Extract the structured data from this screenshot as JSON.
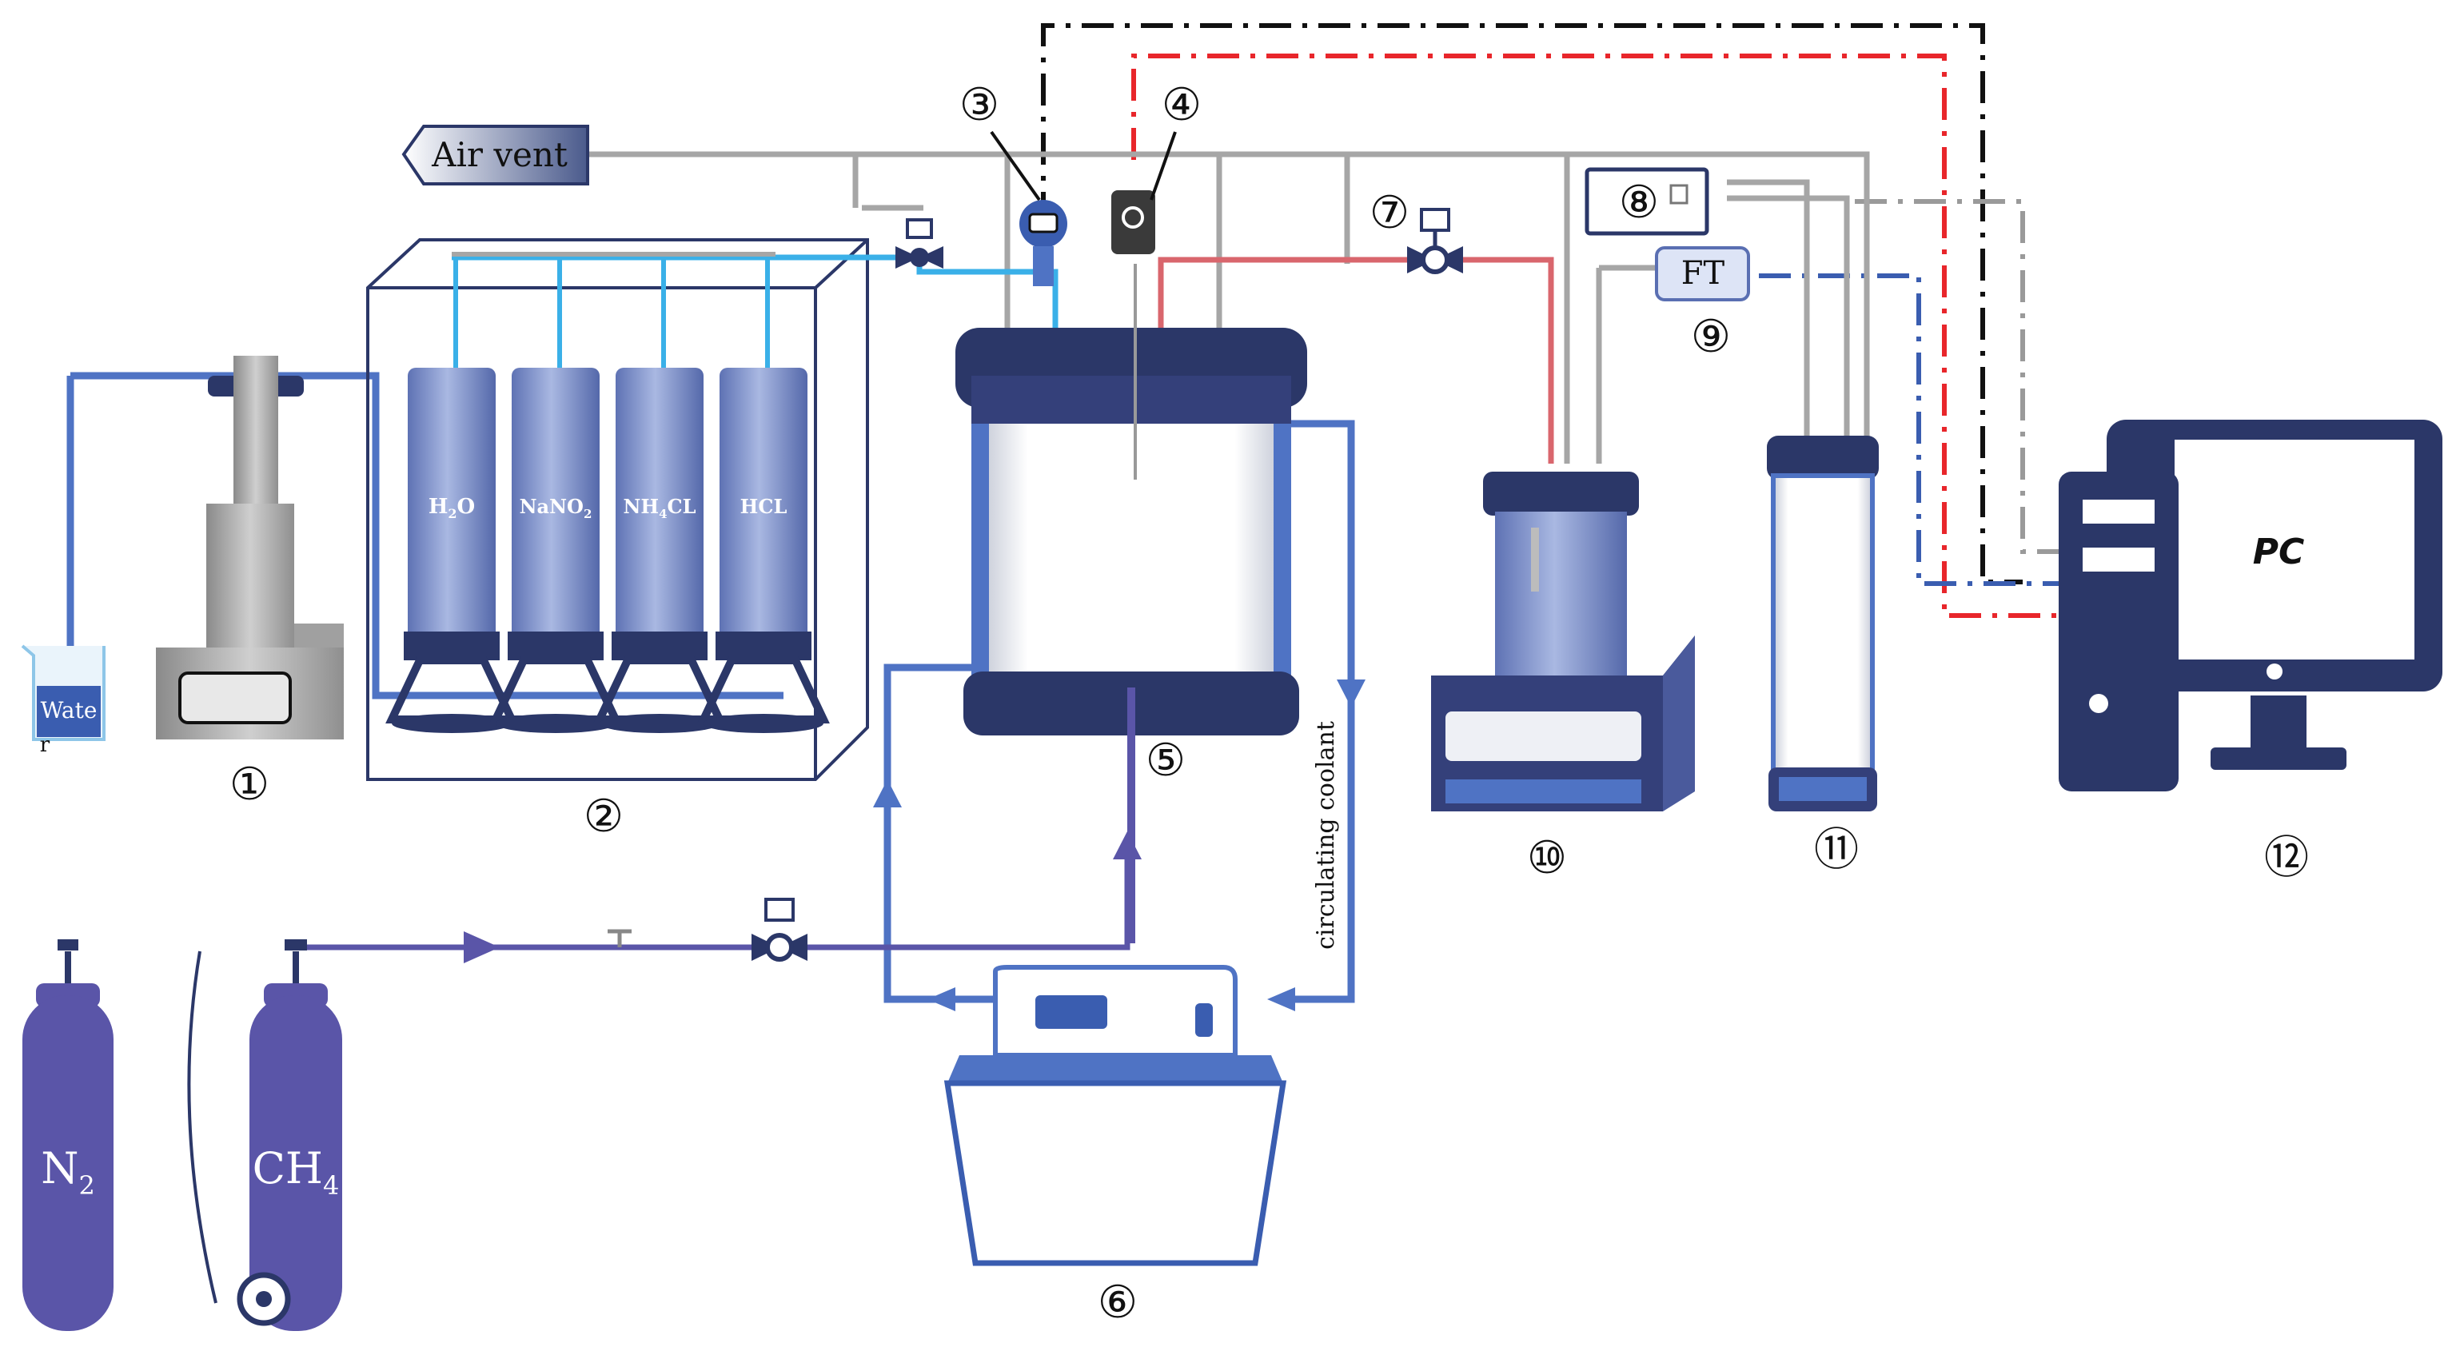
{
  "labels": {
    "air_vent": "Air vent",
    "water": "Wate",
    "water_tail": "r",
    "h2o_a": "H",
    "h2o_sub": "2",
    "h2o_b": "O",
    "nano2_a": "NaNO",
    "nano2_sub": "2",
    "nh4cl_a": "NH",
    "nh4cl_sub": "4",
    "nh4cl_b": "CL",
    "hcl": "HCL",
    "ft": "FT",
    "pc": "PC",
    "coolant": "circulating coolant",
    "n2_a": "N",
    "n2_sub": "2",
    "ch4_a": "CH",
    "ch4_sub": "4"
  },
  "numbers": {
    "n1": "①",
    "n2": "②",
    "n3": "③",
    "n4": "④",
    "n5": "⑤",
    "n6": "⑥",
    "n7": "⑦",
    "n8": "⑧",
    "n9": "⑨",
    "n10": "⑩",
    "n11": "⑪",
    "n12": "⑫"
  },
  "colors": {
    "navy": "#2b3768",
    "blue_pipe": "#4f73c4",
    "light_pipe": "#3ab0e8",
    "gray_pipe": "#a6a6a6",
    "red_signal": "#e8262b",
    "black_signal": "#111111",
    "cylinder": "#7288c8",
    "gas_bottle": "#5a55a8"
  }
}
